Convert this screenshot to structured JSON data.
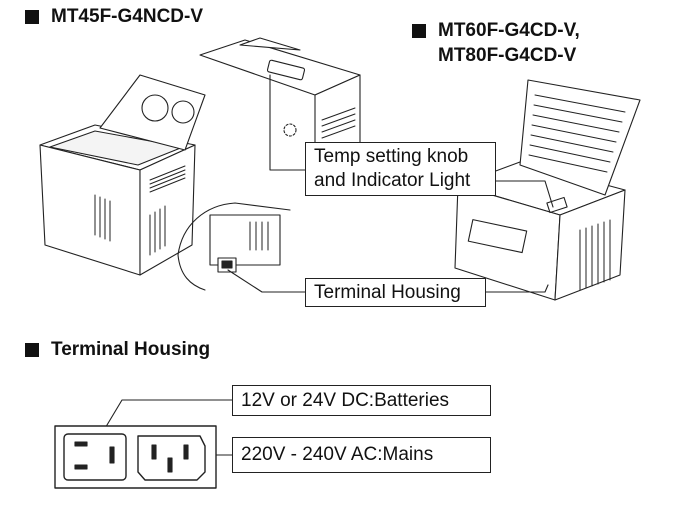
{
  "headings": {
    "model_left": "MT45F-G4NCD-V",
    "model_right_line1": "MT60F-G4CD-V,",
    "model_right_line2": "MT80F-G4CD-V",
    "terminal_section": "Terminal Housing"
  },
  "callouts": {
    "temp_knob_line1": "Temp setting knob",
    "temp_knob_line2": "and Indicator Light",
    "terminal_housing": "Terminal Housing",
    "dc_label": "12V or 24V DC:Batteries",
    "ac_label": "220V - 240V AC:Mains"
  },
  "icons": [
    "square-bullet-icon",
    "dc-socket-icon",
    "ac-socket-icon",
    "fridge-illustration"
  ]
}
